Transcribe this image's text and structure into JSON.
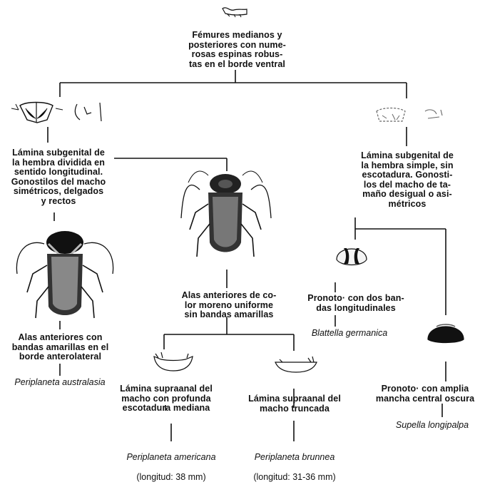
{
  "nodes": {
    "root": "Fémures medianos y\nposteriores con nume-\nrosas espinas robus-\ntas en el borde ventral",
    "left_split": "Lámina subgenital de\nla hembra dividida en\nsentido longitudinal.\nGonostilos del macho\nsimétricos, delgados\ny rectos",
    "right_split": "Lámina subgenital de\nla hembra simple, sin\nescotadura. Gonosti-\nlos del macho de ta-\nmaño desigual o asi-\nmétricos",
    "alas_amarillas": "Alas anteriores con\nbandas amarillas en el\nborde anterolateral",
    "alas_moreno": "Alas anteriores de co-\nlor moreno uniforme\nsin bandas amarillas",
    "pronoto_bandas": "Pronoto· con dos ban-\ndas longitudinales",
    "pronoto_mancha": "Pronoto· con amplia\nmancha central oscura",
    "supraanal_profunda": "Lámina supraanal del\nmacho con profunda\nescotadura mediana",
    "supraanal_truncada": "Lámina supraanal del\nmacho truncada"
  },
  "species": {
    "australasiae": "Periplaneta australasia",
    "germanica": "Blattella germanica",
    "longipalpa": "Supella longipalpa",
    "americana_name": "Periplaneta americana",
    "americana_length": "(longitud: 38 mm)",
    "brunnea_name": "Periplaneta brunnea",
    "brunnea_length": "(longitud: 31-36 mm)"
  }
}
